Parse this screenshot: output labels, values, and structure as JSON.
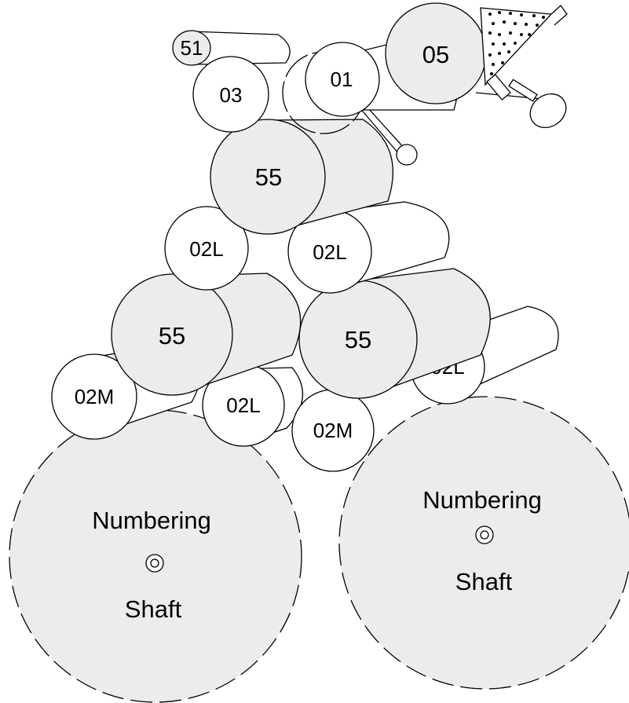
{
  "rollers": {
    "r51": "51",
    "r03": "03",
    "r01": "01",
    "r05": "05",
    "r55_top": "55",
    "r02l_1": "02L",
    "r02l_2": "02L",
    "r55_left": "55",
    "r55_right": "55",
    "r02l_right": "02L",
    "r02m_left": "02M",
    "r02l_bottom": "02L",
    "r02m_center": "02M"
  },
  "shafts": {
    "left": {
      "line1": "Numbering",
      "line2": "Shaft"
    },
    "right": {
      "line1": "Numbering",
      "line2": "Shaft"
    }
  },
  "colors": {
    "inked": "#ececec",
    "white": "#ffffff",
    "stroke": "#000000"
  }
}
